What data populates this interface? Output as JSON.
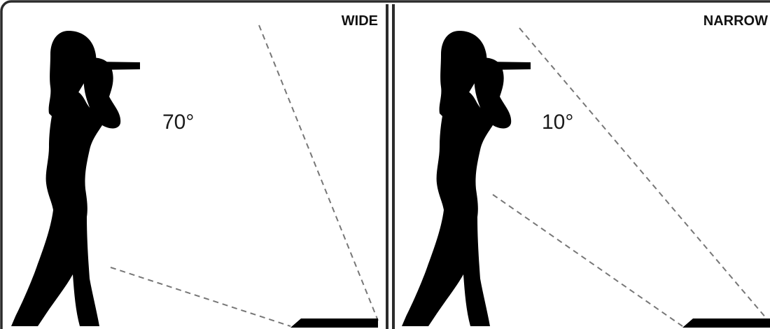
{
  "panels": [
    {
      "id": "wide",
      "label": "WIDE",
      "angle_text": "70°"
    },
    {
      "id": "narrow",
      "label": "NARROW",
      "angle_text": "10°"
    }
  ],
  "colors": {
    "silhouette": "#000000",
    "frame": "#2b2b2b",
    "dashed_line": "#777777",
    "background": "#ffffff"
  }
}
